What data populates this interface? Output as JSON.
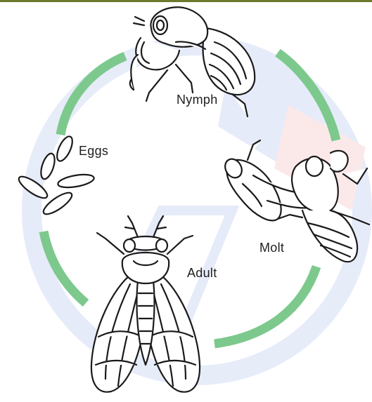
{
  "diagram": {
    "stages": {
      "nymph": "Nymph",
      "molt": "Molt",
      "adult": "Adult",
      "eggs": "Eggs"
    },
    "colors": {
      "cycle_arrow": "#7dc98d",
      "line_art": "#1a1a1a",
      "top_band": "#6b7a2a",
      "watermark_blue": "#3a5fcf",
      "watermark_red": "#e0525a"
    }
  }
}
